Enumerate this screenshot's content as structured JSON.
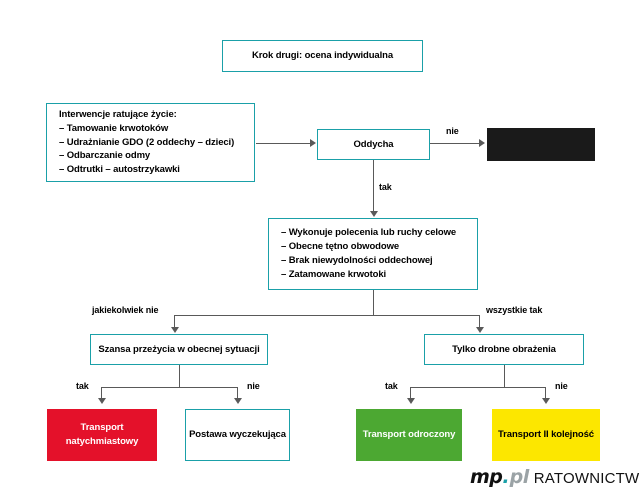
{
  "title_box": {
    "label": "Krok drugi: ocena indywidualna"
  },
  "interventions_box": {
    "label": "Interwencje ratujące życie:\n– Tamowanie krwotoków\n– Udrażnianie GDO (2 oddechy – dzieci)\n– Odbarczanie odmy\n– Odtrutki – autostrzykawki"
  },
  "breathing_box": {
    "label": "Oddycha"
  },
  "redacted_box": {
    "label": "",
    "color": "#1A1A1A"
  },
  "criteria_box": {
    "label": "– Wykonuje polecenia lub ruchy celowe\n– Obecne tętno obwodowe\n– Brak niewydolności oddechowej\n– Zatamowane krwotoki"
  },
  "survival_box": {
    "label": "Szansa przeżycia w obecnej sytuacji"
  },
  "minor_injuries_box": {
    "label": "Tylko drobne obrażenia"
  },
  "outcomes": {
    "immediate": {
      "label": "Transport\nnatychmiastowy",
      "color": "#E4112A",
      "text_color": "#ffffff"
    },
    "expectant": {
      "label": "Postawa\nwyczekująca",
      "color": "#ffffff",
      "text_color": "#000000"
    },
    "delayed": {
      "label": "Transport\nodroczony",
      "color": "#4CA832",
      "text_color": "#ffffff"
    },
    "second_priority": {
      "label": "Transport\nII kolejność",
      "color": "#FCE700",
      "text_color": "#000000"
    }
  },
  "edge_labels": {
    "breathing_no": "nie",
    "breathing_yes": "tak",
    "any_no": "jakiekolwiek nie",
    "all_yes": "wszystkie tak",
    "survival_yes": "tak",
    "survival_no": "nie",
    "minor_yes": "tak",
    "minor_no": "nie"
  },
  "logo": {
    "mp": "mp",
    "dot": ".",
    "pl": "pl",
    "word": "RATOWNICTWO",
    "accent_color": "#1AA0A8"
  },
  "theme": {
    "border_color": "#1AA0A8",
    "connector_color": "#595959"
  }
}
